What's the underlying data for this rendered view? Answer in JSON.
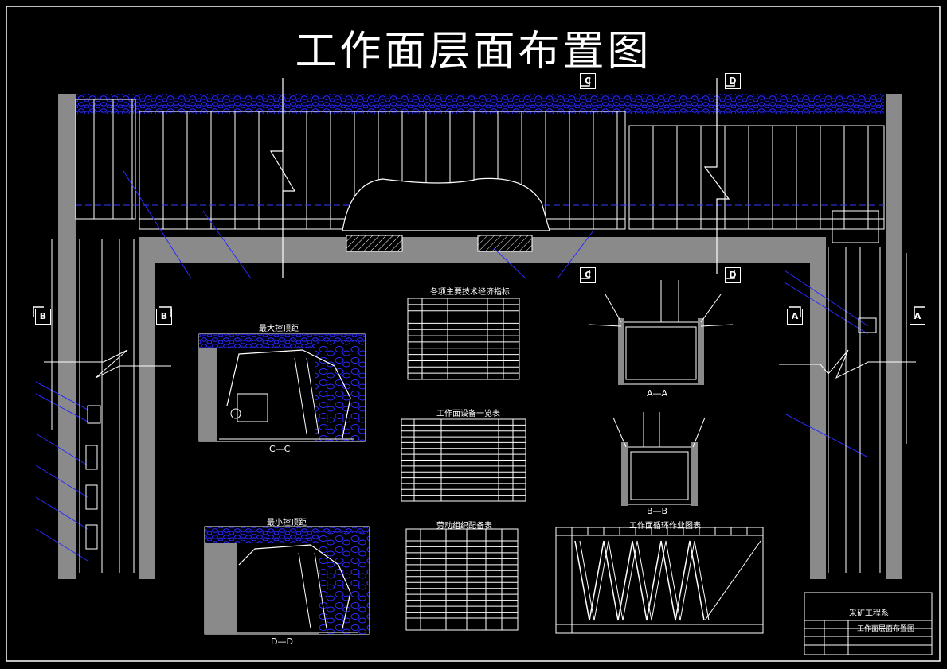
{
  "title": "工作面层面布置图",
  "views": {
    "max_control": "最大控顶距",
    "min_control": "最小控顶距",
    "section_cc": "C—C",
    "section_dd": "D—D",
    "section_aa": "A—A",
    "section_bb": "B—B"
  },
  "section_tags": {
    "a": "A",
    "b": "B",
    "c": "C",
    "d": "D"
  },
  "tables": {
    "tech_params": "各项主要技术经济指标",
    "equipment": "工作面设备一览表",
    "labor": "劳动组织配备表",
    "cycle": "工作面循环作业图表"
  },
  "title_block": {
    "org": "采矿工程系",
    "drawing_name": "工作面层面布置图"
  },
  "colors": {
    "background": "#000000",
    "line": "#ffffff",
    "rock": "#1a1aff",
    "wall": "#8a8a8a"
  }
}
